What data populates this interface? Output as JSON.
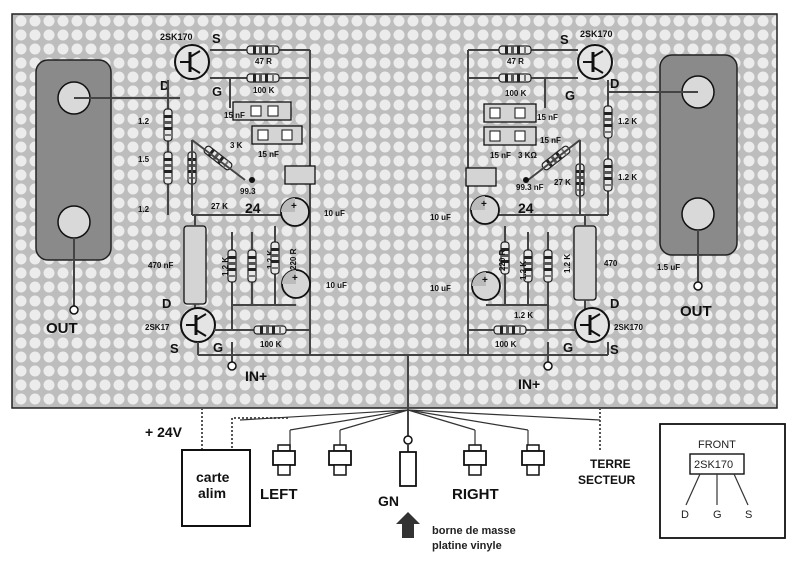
{
  "board": {
    "transistor_type": "2SK170",
    "transistor_type_short": "2SK17",
    "pins": {
      "s": "S",
      "g": "G",
      "d": "D"
    },
    "left": {
      "r_top": "47 R",
      "r_bias": "100 K",
      "c_a": "15 nF",
      "c_b": "15 nF",
      "r_3k": "3 K",
      "r_a": "1.2",
      "r_b": "1.5",
      "r_c": "1.2",
      "r_27k": "27 K",
      "r_993": "99.3",
      "node": "24",
      "cap1": "10 uF",
      "cap2": "10 uF",
      "c470": "470 nF",
      "r_12k_a": "1.2 K",
      "r_12k_b": "1.2 K",
      "r_220": "220 R",
      "r_bottom": "100 K",
      "out": "OUT",
      "in": "IN+"
    },
    "right": {
      "r_top": "47 R",
      "r_bias": "100 K",
      "c_a": "15 nF",
      "c_b": "15 nF",
      "r_3k": "3 KΩ",
      "r_a": "1.2 K",
      "r_b": "1.2 K",
      "r_27k": "27 K",
      "r_993": "99.3 nF",
      "node": "24",
      "cap1": "10 uF",
      "cap2": "10 uF",
      "c470": "470",
      "c15": "1.5 uF",
      "r_12k_a": "1.2 K",
      "r_12k_b": "1.2 K",
      "r_220": "220 R",
      "r_bottom": "100 K",
      "out": "OUT",
      "in": "IN+"
    }
  },
  "wiring": {
    "supply": "+ 24V",
    "psu_line1": "carte",
    "psu_line2": "alim",
    "left": "LEFT",
    "right": "RIGHT",
    "gn": "GN",
    "ground_line1": "borne de masse",
    "ground_line2": "platine vinyle",
    "earth_line1": "TERRE",
    "earth_line2": "SECTEUR"
  },
  "inset": {
    "front": "FRONT",
    "part": "2SK170",
    "pin_d": "D",
    "pin_g": "G",
    "pin_s": "S"
  }
}
